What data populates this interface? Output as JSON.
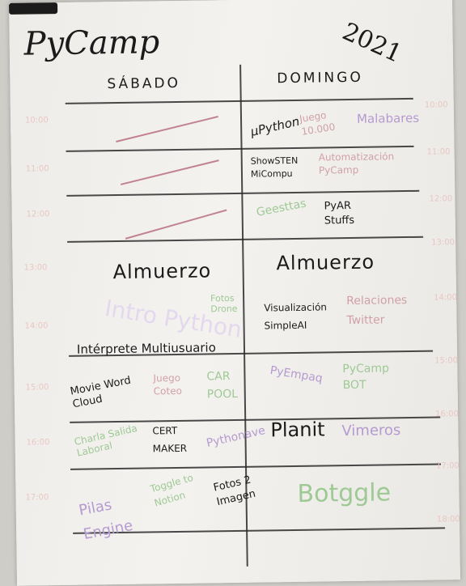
{
  "title": "PyCamp",
  "year": "2021",
  "days": {
    "saturday": "SÁBADO",
    "sunday": "DOMINGO"
  },
  "sunday": {
    "r1a": "µPython",
    "r1b": "Juego 10.000",
    "r1c": "Malabares",
    "r2a": "ShowSTEN MiCompu",
    "r2b": "Automatización PyCamp",
    "r3a": "Geesttas",
    "r3b": "PyAR Stuffs",
    "lunch": "Almuerzo",
    "r4a": "Visualización SimpleAI",
    "r4b": "Relaciones Twitter",
    "r5a": "PyEmpaq",
    "r5b": "PyCamp BOT",
    "r6a": "Planit",
    "r6b": "Vimeros",
    "r7a": "Botggle"
  },
  "saturday": {
    "lunch": "Almuerzo",
    "r4a": "Intro Python",
    "r4b": "Fotos Drone",
    "r4c": "Intérprete Multiusuario",
    "r5a": "Movie Word Cloud",
    "r5b": "Juego Coteo",
    "r5c": "CAR POOL",
    "r6a": "Charla Salida Laboral",
    "r6b": "CERT MAKER",
    "r6c": "Pythonave",
    "r7a": "Pilas Engine",
    "r7b": "Toggle to Notion",
    "r7c": "Fotos 2 Imagen"
  },
  "hours": [
    "10:00",
    "11:00",
    "12:00",
    "13:00",
    "14:00",
    "15:00",
    "16:00",
    "17:00",
    "18:00"
  ]
}
